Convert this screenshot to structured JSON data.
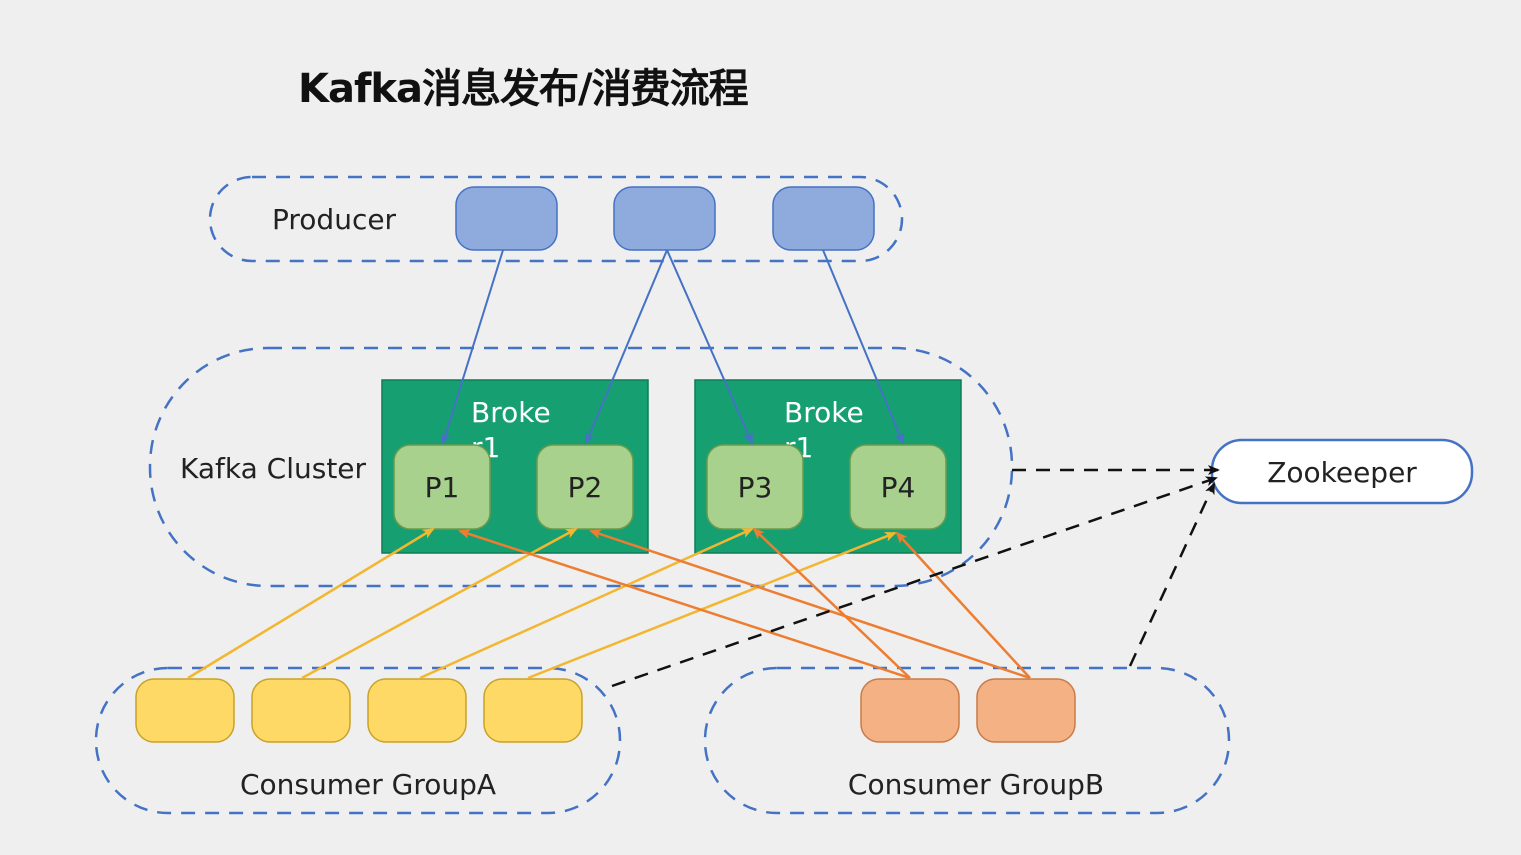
{
  "title": "Kafka消息发布/消费流程",
  "producer": {
    "label": "Producer"
  },
  "cluster": {
    "label": "Kafka Cluster",
    "brokers": [
      {
        "line1": "Broke",
        "line2": "r1"
      },
      {
        "line1": "Broke",
        "line2": "r1"
      }
    ],
    "partitions": [
      "P1",
      "P2",
      "P3",
      "P4"
    ]
  },
  "zookeeper": {
    "label": "Zookeeper"
  },
  "group_a": {
    "label": "Consumer GroupA"
  },
  "group_b": {
    "label": "Consumer GroupB"
  },
  "colors": {
    "background": "#efefef",
    "dash_border": "#4472c4",
    "producer_fill": "#8faadc",
    "broker_fill": "#16a072",
    "partition_fill": "#a9d18e",
    "consumer_a_fill": "#ffd966",
    "consumer_b_fill": "#f4b183",
    "producer_arrow": "#4472c4",
    "group_a_arrow": "#f2b630",
    "group_b_arrow": "#ed7d31",
    "zk_arrow": "#111111"
  }
}
